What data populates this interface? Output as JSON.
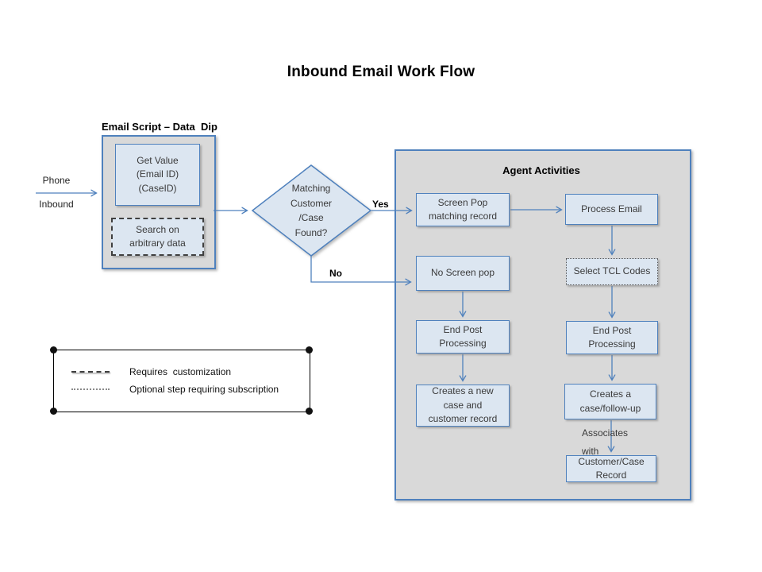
{
  "title": "Inbound Email Work Flow",
  "phone_source": {
    "line1": "Phone",
    "line2": "Inbound"
  },
  "email_script": {
    "heading": "Email Script – Data  Dip",
    "get_value_box": "Get Value\n(Email ID)\n(CaseID)",
    "search_box": "Search on\narbitrary data"
  },
  "decision": {
    "question": "Matching\nCustomer\n/Case\nFound?",
    "yes_label": "Yes",
    "no_label": "No"
  },
  "agent_activities": {
    "heading": "Agent Activities",
    "boxes": {
      "screen_pop": "Screen Pop\nmatching record",
      "process_email": "Process Email",
      "no_screen_pop": "No Screen pop",
      "select_tcl_codes": "Select TCL Codes",
      "end_post_processing_left": "End Post\nProcessing",
      "end_post_processing_right": "End Post\nProcessing",
      "creates_new_case": "Creates a new\ncase and\ncustomer record",
      "creates_case_followup": "Creates a\ncase/follow-up",
      "associates_with": "Associates\nwith",
      "customer_case_record": "Customer/Case\nRecord"
    }
  },
  "legend": {
    "dashed_label": "Requires  customization",
    "dotted_label": "Optional step requiring subscription"
  },
  "colors": {
    "accent_blue": "#4f81bd",
    "box_fill": "#dce6f1",
    "panel_gray": "#d9d9d9",
    "background": "#ffffff"
  }
}
